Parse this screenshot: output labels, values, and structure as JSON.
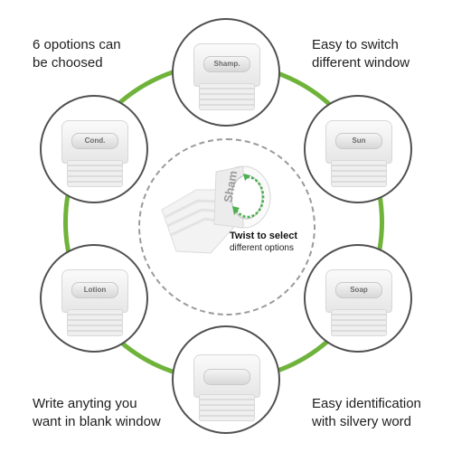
{
  "captions": {
    "top_left": [
      "6 opotions can",
      "be choosed"
    ],
    "top_right": [
      "Easy to switch",
      "different window"
    ],
    "bottom_left": [
      "Write anyting you",
      "want in blank window"
    ],
    "bottom_right": [
      "Easy identification",
      "with silvery word"
    ]
  },
  "nodes": {
    "top": "Shamp.",
    "left": "Cond.",
    "right": "Sun",
    "bottom_left": "Lotion",
    "bottom_right": "Soap",
    "bottom": ""
  },
  "center": {
    "cap_label": "Sham",
    "title": "Twist to select",
    "subtitle": "different options"
  },
  "colors": {
    "ring": "#6fb33a",
    "arrow": "#4caf50"
  }
}
